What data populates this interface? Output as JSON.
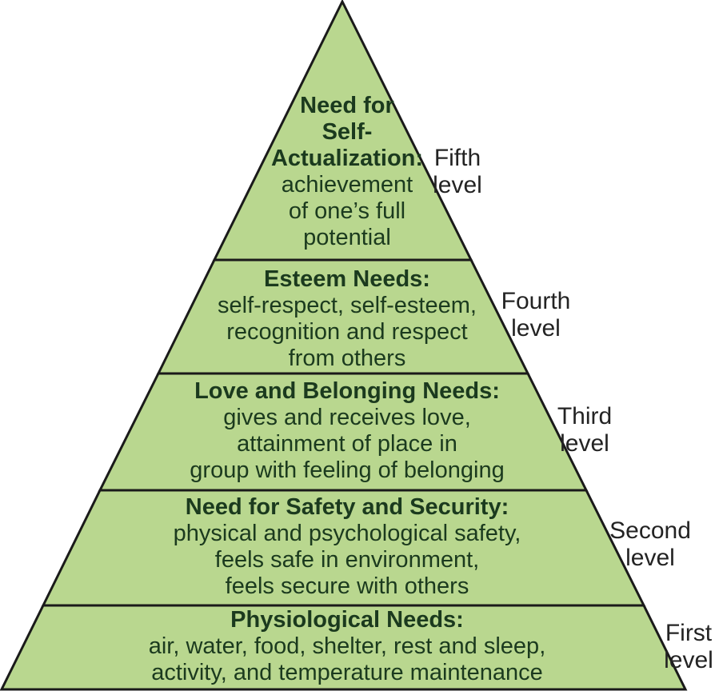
{
  "diagram": {
    "type": "pyramid",
    "subject": "Maslow's hierarchy of needs",
    "colors": {
      "band_fill": "#b9d78f",
      "outline": "#1a1a1a",
      "band_text": "#1b3a1e",
      "side_label_text": "#232323",
      "background": "#ffffff"
    },
    "levels": [
      {
        "name": "self-actualization",
        "heading_lines": [
          "Need for",
          "Self-",
          "Actualization:"
        ],
        "body_lines": [
          "achievement",
          "of one’s full",
          "potential"
        ],
        "side_label_lines": [
          "Fifth",
          "level"
        ]
      },
      {
        "name": "esteem",
        "heading_lines": [
          "Esteem Needs:"
        ],
        "body_lines": [
          "self-respect, self-esteem,",
          "recognition and respect",
          "from others"
        ],
        "side_label_lines": [
          "Fourth",
          "level"
        ]
      },
      {
        "name": "love-and-belonging",
        "heading_lines": [
          "Love and Belonging Needs:"
        ],
        "body_lines": [
          "gives and receives love,",
          "attainment of place in",
          "group with feeling of belonging"
        ],
        "side_label_lines": [
          "Third",
          "level"
        ]
      },
      {
        "name": "safety-and-security",
        "heading_lines": [
          "Need for Safety and Security:"
        ],
        "body_lines": [
          "physical and psychological safety,",
          "feels safe in environment,",
          "feels secure with others"
        ],
        "side_label_lines": [
          "Second",
          "level"
        ]
      },
      {
        "name": "physiological",
        "heading_lines": [
          "Physiological Needs:"
        ],
        "body_lines": [
          "air, water, food, shelter, rest and sleep,",
          "activity, and temperature maintenance"
        ],
        "side_label_lines": [
          "First",
          "level"
        ]
      }
    ]
  }
}
